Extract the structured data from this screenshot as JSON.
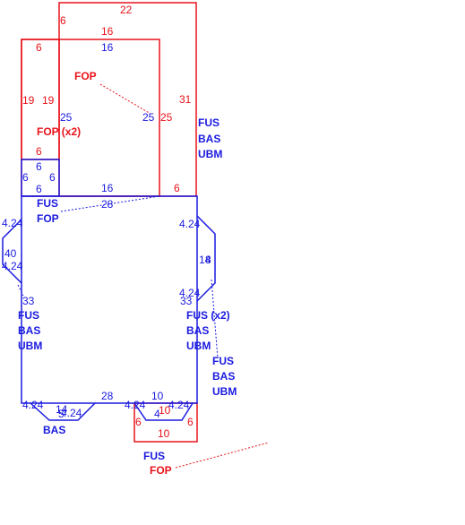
{
  "colors": {
    "red": "#e8121a",
    "blue": "#1a1ae0",
    "background": "#ffffff"
  },
  "labels": {
    "fop_top": "FOP",
    "fop_x2": "FOP (x2)",
    "right_fus": "FUS",
    "right_bas": "BAS",
    "right_ubm": "UBM",
    "mid_fus": "FUS",
    "mid_fop": "FOP",
    "left_fus": "FUS",
    "left_bas": "BAS",
    "left_ubm": "UBM",
    "rmid_fus_x2": "FUS (x2)",
    "rmid_bas": "BAS",
    "rmid_ubm": "UBM",
    "far_fus": "FUS",
    "far_bas": "BAS",
    "far_ubm": "UBM",
    "bottom_bas": "BAS",
    "bottom_fus": "FUS",
    "bottom_fop": "FOP"
  },
  "dimensions": {
    "top_22": "22",
    "top_6a": "6",
    "top_16r": "16",
    "top_16b": "16",
    "top_6b": "6",
    "left_19a": "19",
    "left_19b": "19",
    "right_31": "31",
    "inner_25a": "25",
    "inner_25b": "25",
    "inner_25c": "25",
    "small_6r": "6",
    "small_6a": "6",
    "small_6b": "6",
    "small_6c": "6",
    "small_6d": "6",
    "mid_16": "16",
    "mid_6": "6",
    "mid_28": "28",
    "l_424a": "4.24",
    "l_40": "40",
    "l_424b": "4.24",
    "l_33": "33",
    "r_424a": "4.24",
    "r_14": "14",
    "r_8": "8",
    "r_424b": "4.24",
    "r_33": "33",
    "bot_28": "28",
    "bot_10a": "10",
    "bl_424a": "4.24",
    "bl_14": "14",
    "bl_424b": "4.24",
    "bl_5": "5",
    "bm_424a": "4.24",
    "bm_10": "10",
    "bm_4": "4",
    "bm_424b": "4.24",
    "bm_6a": "6",
    "bm_6b": "6",
    "bm_10b": "10"
  }
}
